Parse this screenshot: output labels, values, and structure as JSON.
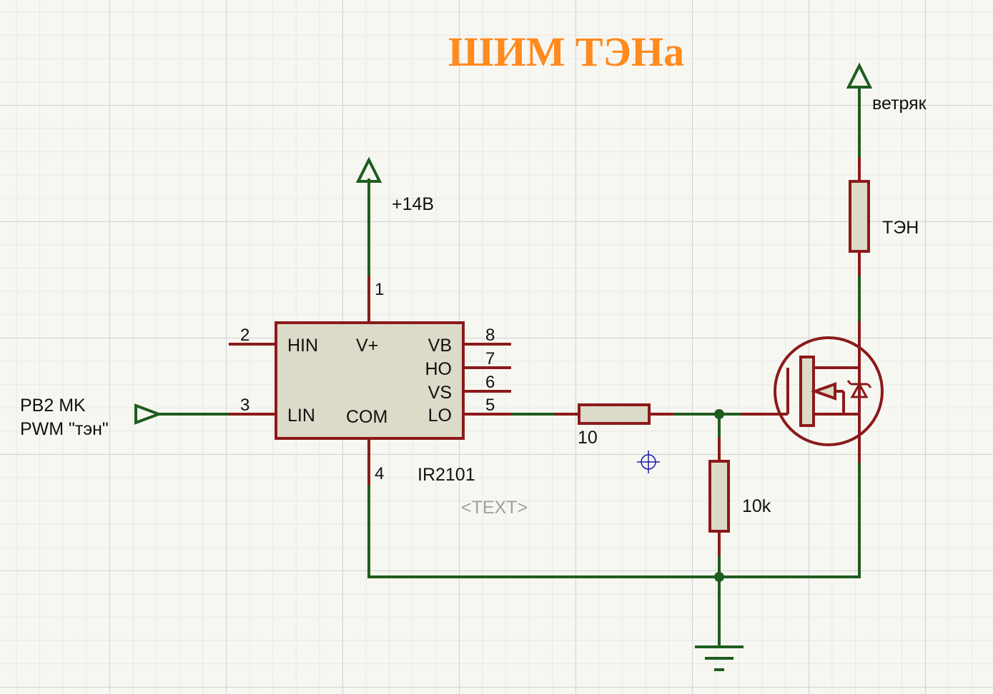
{
  "title": "ШИМ ТЭНа",
  "colors": {
    "title": "#ff8a1e",
    "wire": "#1f5c1f",
    "component": "#8b1a1a",
    "component_fill": "#dcdac8",
    "placeholder_text": "#a0a0a0",
    "marker": "#1a1aaa"
  },
  "supply": {
    "label": "+14В"
  },
  "high_supply": {
    "label": "ветряк"
  },
  "input": {
    "line1": "PB2 MK",
    "line2": "PWM \"тэн\""
  },
  "driver": {
    "part": "IR2101",
    "placeholder": "<TEXT>",
    "pins": {
      "hin": "HIN",
      "vplus": "V+",
      "vb": "VB",
      "ho": "HO",
      "vs": "VS",
      "lo": "LO",
      "lin": "LIN",
      "com": "COM"
    },
    "pin_numbers": {
      "p1": "1",
      "p2": "2",
      "p3": "3",
      "p4": "4",
      "p5": "5",
      "p6": "6",
      "p7": "7",
      "p8": "8"
    }
  },
  "gate_resistor": {
    "value": "10"
  },
  "pulldown_resistor": {
    "value": "10k"
  },
  "heater": {
    "label": "ТЭН"
  },
  "icons": {
    "mosfet": "n-channel-mosfet-icon",
    "ground": "ground-icon",
    "origin": "origin-marker-icon"
  }
}
